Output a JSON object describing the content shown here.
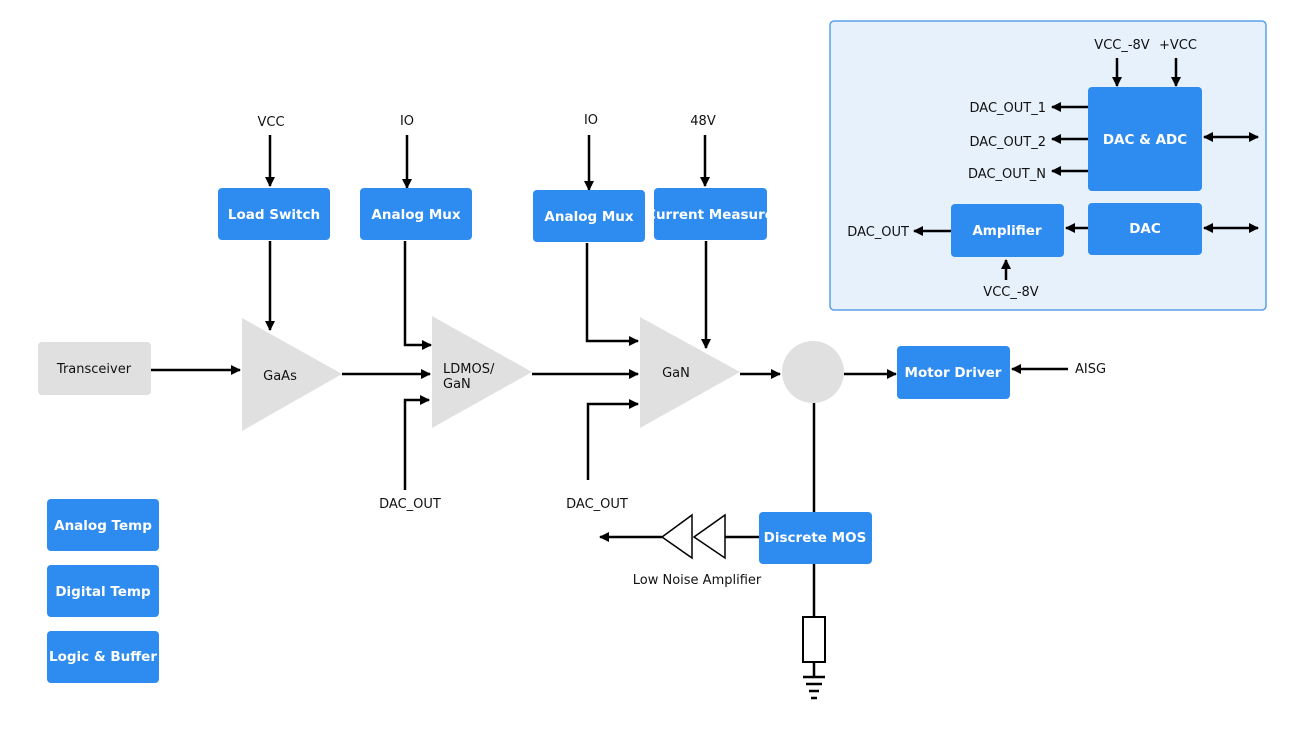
{
  "blocks": {
    "load_switch": "Load Switch",
    "analog_mux_1": "Analog Mux",
    "analog_mux_2": "Analog Mux",
    "current_measure": "Current Measure",
    "transceiver": "Transceiver",
    "motor_driver": "Motor Driver",
    "discrete_mos": "Discrete MOS",
    "analog_temp": "Analog Temp",
    "digital_temp": "Digital Temp",
    "logic_buffer": "Logic & Buffer"
  },
  "amplifiers": {
    "gaas": "GaAs",
    "ldmos_line1": "LDMOS/",
    "ldmos_line2": "GaN",
    "gan": "GaN"
  },
  "labels": {
    "vcc": "VCC",
    "io_1": "IO",
    "io_2": "IO",
    "v48": "48V",
    "dac_out_1": "DAC_OUT",
    "dac_out_2": "DAC_OUT",
    "aisg": "AISG",
    "lna": "Low Noise Amplifier"
  },
  "inset": {
    "vcc_neg8v_top": "VCC_-8V",
    "plus_vcc": "+VCC",
    "dac_out_1": "DAC_OUT_1",
    "dac_out_2": "DAC_OUT_2",
    "dac_out_n": "DAC_OUT_N",
    "dac_adc": "DAC & ADC",
    "dac": "DAC",
    "amplifier": "Amplifier",
    "dac_out": "DAC_OUT",
    "vcc_neg8v_bottom": "VCC_-8V"
  }
}
